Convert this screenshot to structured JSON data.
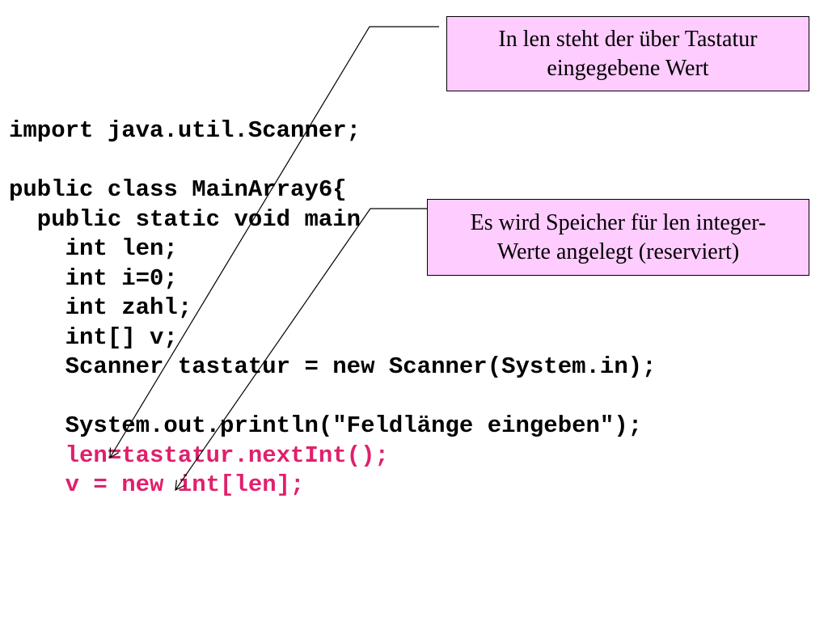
{
  "code": {
    "lines": [
      "import java.util.Scanner;",
      "",
      "public class MainArray6{",
      "  public static void main",
      "    int len;",
      "    int i=0;",
      "    int zahl;",
      "    int[] v;",
      "    Scanner tastatur = new Scanner(System.in);",
      "",
      "    System.out.println(\"Feldlänge eingeben\");",
      "    len=tastatur.nextInt();",
      "    v = new int[len];"
    ],
    "highlight_color": "#e0206c"
  },
  "notes": {
    "len_value": {
      "line1": "In len steht der über Tastatur",
      "line2": "eingegebene Wert"
    },
    "memory": {
      "line1": "Es wird Speicher für len integer-",
      "line2": "Werte angelegt (reserviert)"
    }
  },
  "colors": {
    "note_background": "#ffccff",
    "text": "#000000"
  }
}
